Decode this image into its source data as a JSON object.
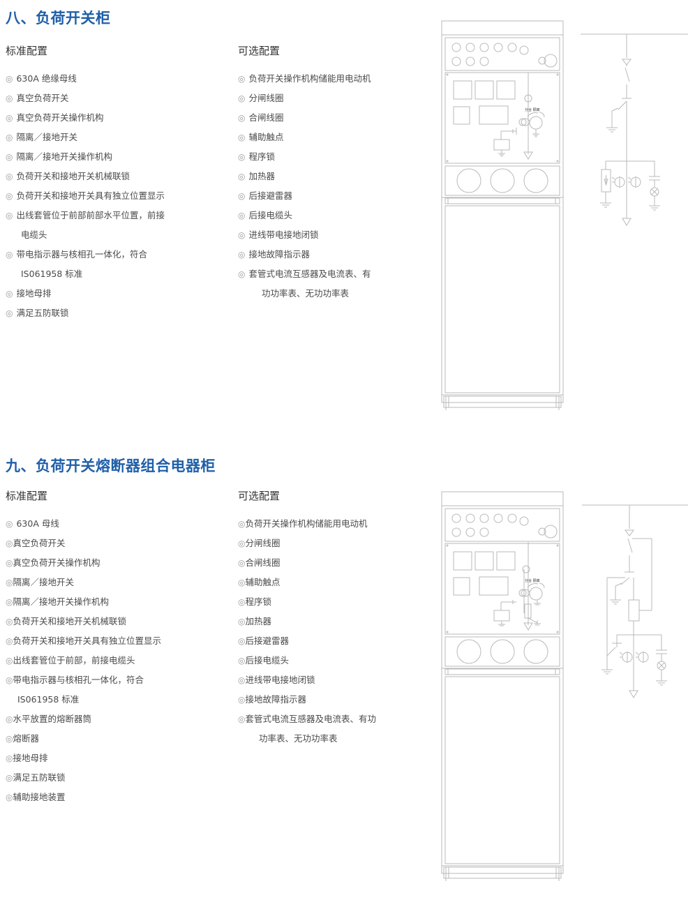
{
  "document": {
    "page_background": "#ffffff",
    "title_color": "#1f5fa8",
    "text_color": "#4a4a4a",
    "bullet_glyph": "◎",
    "bullet_name": "double-circle-bullet"
  },
  "sections": [
    {
      "heading": "八、负荷开关柜",
      "standard_heading": "标准配置",
      "optional_heading": "可选配置",
      "standard_items": [
        "630A 绝缘母线",
        "真空负荷开关",
        "真空负荷开关操作机构",
        "隔离／接地开关",
        "隔离／接地开关操作机构",
        "负荷开关和接地开关机械联锁",
        "负荷开关和接地开关具有独立位置显示",
        "出线套管位于前部前部水平位置，前接",
        "带电指示器与核相孔一体化，符合",
        "接地母排",
        "满足五防联锁"
      ],
      "standard_continuations": {
        "7": "电缆头",
        "8": "IS061958 标准"
      },
      "optional_items": [
        "负荷开关操作机构储能用电动机",
        "分闸线圈",
        "合闸线圈",
        "辅助触点",
        "程序锁",
        "加热器",
        "后接避雷器",
        "后接电缆头",
        "进线带电接地闭锁",
        "接地故障指示器",
        "套管式电流互感器及电流表、有"
      ],
      "optional_continuations": {
        "10": "功功率表、无功功率表"
      },
      "cabinet_label": "分合 隔离",
      "cabinet_drawing_name": "load-switch-cabinet-elevation",
      "schematic_drawing_name": "load-switch-single-line-diagram"
    },
    {
      "heading": "九、负荷开关熔断器组合电器柜",
      "standard_heading": "标准配置",
      "optional_heading": "可选配置",
      "standard_items": [
        "630A 母线",
        "真空负荷开关",
        "真空负荷开关操作机构",
        "隔离／接地开关",
        "隔离／接地开关操作机构",
        "负荷开关和接地开关机械联锁",
        "负荷开关和接地开关具有独立位置显示",
        "出线套管位于前部，前接电缆头",
        "带电指示器与核相孔一体化，符合",
        "水平放置的熔断器筒",
        "熔断器",
        "接地母排",
        "满足五防联锁",
        "辅助接地装置"
      ],
      "standard_continuations": {
        "8": "IS061958 标准"
      },
      "optional_items": [
        "负荷开关操作机构储能用电动机",
        "分闸线圈",
        "合闸线圈",
        "辅助触点",
        "程序锁",
        "加热器",
        "后接避雷器",
        "后接电缆头",
        "进线带电接地闭锁",
        "接地故障指示器",
        "套管式电流互感器及电流表、有功"
      ],
      "optional_continuations": {
        "10": "功率表、无功功率表"
      },
      "cabinet_label": "分合 隔离",
      "cabinet_drawing_name": "load-switch-fuse-cabinet-elevation",
      "schematic_drawing_name": "load-switch-fuse-single-line-diagram"
    }
  ]
}
